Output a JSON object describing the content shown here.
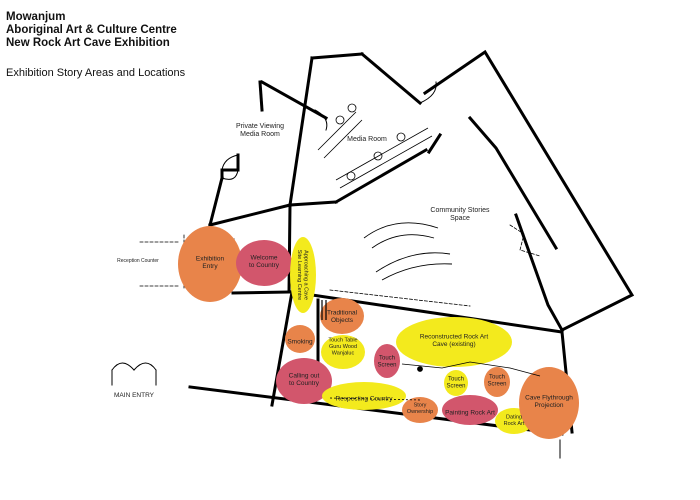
{
  "header": {
    "lines": [
      "Mowanjum",
      "Aboriginal Art & Culture Centre",
      "New Rock Art Cave Exhibition"
    ],
    "subtitle": "Exhibition Story Areas and Locations"
  },
  "colors": {
    "orange": "#e8844a",
    "pink": "#d2566c",
    "yellow": "#f3ea1d",
    "walls": "#000000"
  },
  "plan": {
    "room_labels": {
      "private_viewing": [
        "Private Viewing",
        "Media Room"
      ],
      "media_room": "Media Room",
      "community": [
        "Community Stories",
        "Space"
      ],
      "reception": "Reception Counter",
      "main_entry": "MAIN ENTRY"
    },
    "story_areas": [
      {
        "id": "exhibition-entry",
        "color": "orange",
        "label": [
          "Exhibition",
          "Entry"
        ]
      },
      {
        "id": "welcome-to-country",
        "color": "pink",
        "label": [
          "Welcome",
          "to Country"
        ]
      },
      {
        "id": "approaching-cave",
        "color": "yellow",
        "label": [
          "Approaching a Cave",
          "Site Learning Centre"
        ]
      },
      {
        "id": "traditional-objects",
        "color": "orange",
        "label": [
          "Traditional",
          "Objects"
        ]
      },
      {
        "id": "smoking",
        "color": "orange",
        "label": [
          "Smoking"
        ]
      },
      {
        "id": "touch-table",
        "color": "yellow",
        "label": [
          "Touch Table",
          "Guru Wood",
          "Wanjaluc"
        ]
      },
      {
        "id": "touch-screen-1",
        "color": "pink",
        "label": [
          "Touch",
          "Screen"
        ]
      },
      {
        "id": "reconstructed-cave",
        "color": "yellow",
        "label": [
          "Reconstructed Rock Art",
          "Cave (existing)"
        ]
      },
      {
        "id": "calling-out",
        "color": "pink",
        "label": [
          "Calling out",
          "to Country"
        ]
      },
      {
        "id": "respecting-country",
        "color": "yellow",
        "label": [
          "Respecting Country"
        ]
      },
      {
        "id": "story-ownership",
        "color": "orange",
        "label": [
          "Story",
          "Ownership"
        ]
      },
      {
        "id": "painting-rock-art",
        "color": "pink",
        "label": [
          "Painting Rock Art"
        ]
      },
      {
        "id": "touch-screen-2",
        "color": "yellow",
        "label": [
          "Touch",
          "Screen"
        ]
      },
      {
        "id": "touch-screen-3",
        "color": "orange",
        "label": [
          "Touch",
          "Screen"
        ]
      },
      {
        "id": "dating-rock-art",
        "color": "yellow",
        "label": [
          "Dating",
          "Rock Art"
        ]
      },
      {
        "id": "cave-flythrough",
        "color": "orange",
        "label": [
          "Cave Flythrough",
          "Projection"
        ]
      }
    ]
  }
}
